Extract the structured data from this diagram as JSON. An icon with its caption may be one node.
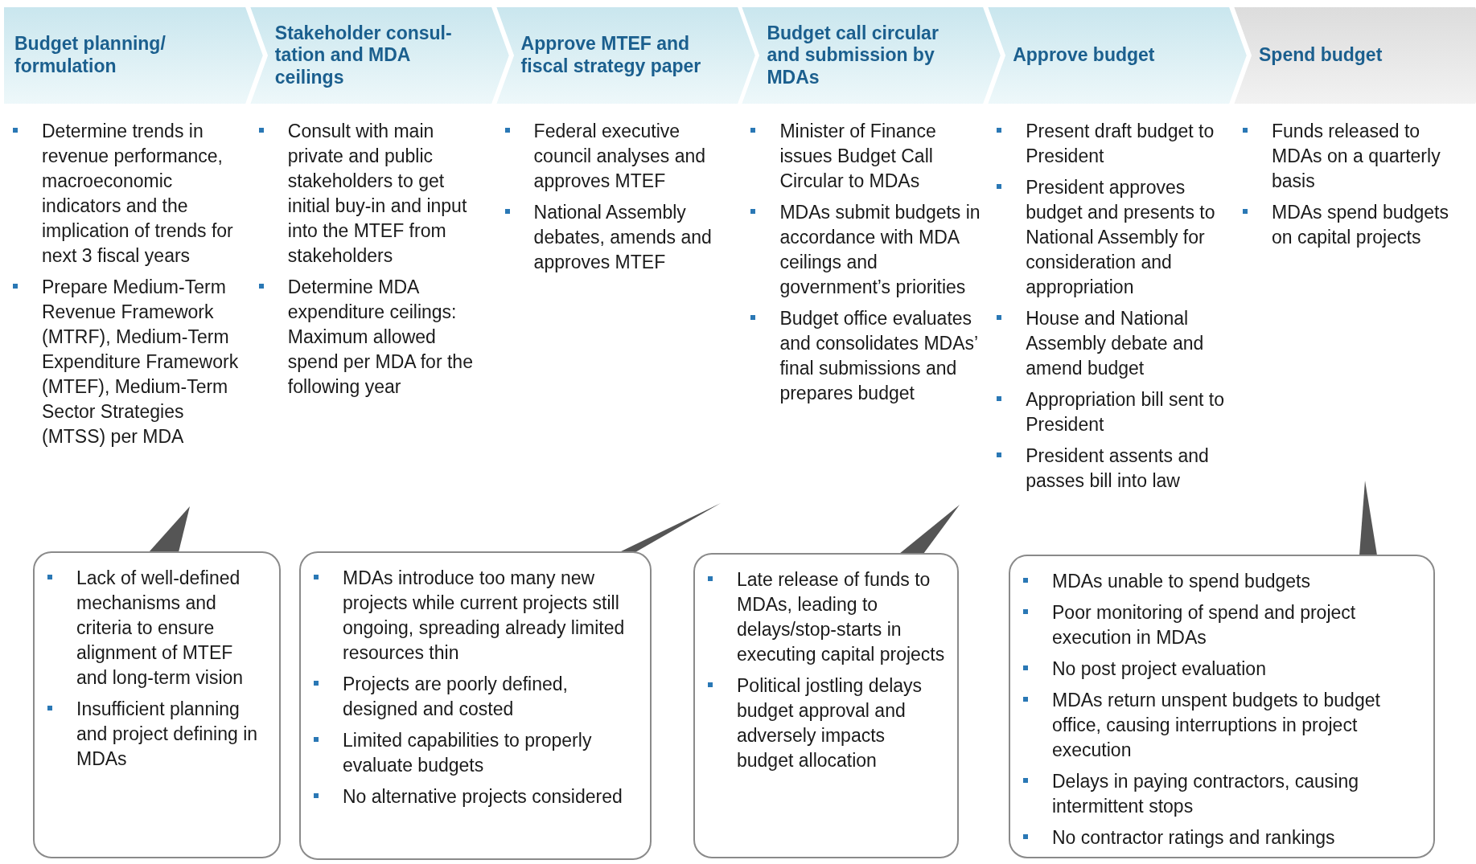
{
  "diagram": {
    "nodes": [
      {
        "text": [
          "Budget planning/ formulation"
        ],
        "beside": [
          "Determine trends in revenue performance, macroeconomic indicators and the implication of trends for next 3 fiscal years",
          "Prepare Medium-Term Revenue Framework (MTRF), Medium-Term Expenditure Framework (MTEF), Medium-Term Sector Strategies (MTSS) per MDA"
        ]
      },
      {
        "text": [
          "Stakeholder consul-tation and MDA ceilings"
        ],
        "beside": [
          "Consult with main private and public stakeholders to get initial buy-in and input into the MTEF from stakeholders",
          "Determine MDA expenditure ceilings: Maximum allowed spend per MDA for the following year"
        ]
      },
      {
        "text": [
          "Approve MTEF and fiscal strategy paper"
        ],
        "beside": [
          "Federal executive council analyses and approves MTEF",
          "National Assembly debates, amends and approves MTEF"
        ]
      },
      {
        "text": [
          "Budget call circular and submission by MDAs"
        ],
        "beside": [
          "Minister of Finance issues Budget Call Circular to MDAs",
          "MDAs submit budgets in accordance with MDA ceilings and government’s priorities",
          "Budget office evaluates and consolidates MDAs’ final submissions and prepares budget"
        ]
      },
      {
        "text": [
          "Approve budget"
        ],
        "beside": [
          "Present draft budget to President",
          "President approves budget and presents to National Assembly for consideration and appropriation",
          "House and National Assembly debate and amend budget",
          "Appropriation bill sent to President",
          "President assents and passes bill into law"
        ]
      },
      {
        "text": [
          "Spend budget"
        ],
        "beside": [
          "Funds released to MDAs on a quarterly basis",
          "MDAs spend budgets on capital projects"
        ]
      },
      {
        "text": [
          "Lack of well-defined mechanisms and criteria to ensure alignment of MTEF and long-term vision",
          "Insufficient planning and project defining in MDAs"
        ]
      },
      {
        "text": [
          "MDAs introduce too many new projects while current projects still ongoing, spreading already limited resources thin",
          "Projects are poorly defined, designed and costed",
          "Limited capabilities to properly evaluate budgets",
          "No alternative projects considered"
        ]
      },
      {
        "text": [
          "Late release of funds to MDAs, leading to delays/stop-starts in executing capital projects",
          "Political jostling delays budget approval and adversely impacts budget allocation"
        ]
      },
      {
        "text": [
          "MDAs unable to spend budgets",
          "Poor monitoring of spend and project execution in MDAs",
          "No post project evaluation",
          "MDAs return unspent budgets to budget office, causing interruptions in project execution",
          "Delays in paying contractors, causing intermittent stops",
          "No contractor ratings and rankings"
        ]
      }
    ]
  }
}
